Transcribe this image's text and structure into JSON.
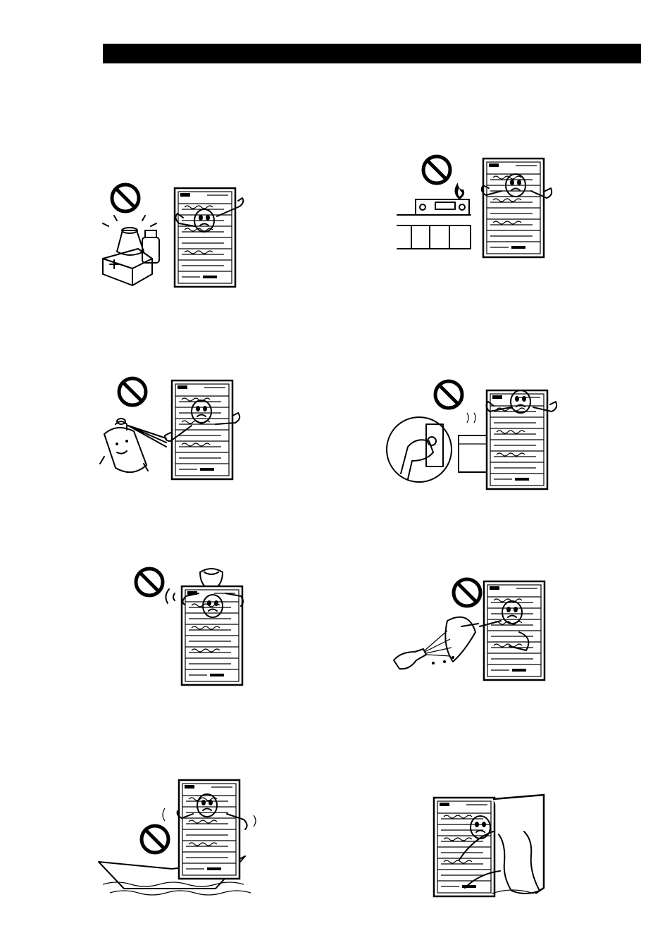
{
  "header": {
    "bar_color": "#000000"
  },
  "illustrations": [
    {
      "id": "chemicals",
      "prohibited": true,
      "icons": [
        "prohibition-icon",
        "chemical-flask-icon",
        "chemical-bottle-icon",
        "wine-cooler-icon"
      ]
    },
    {
      "id": "heat-source",
      "prohibited": true,
      "icons": [
        "prohibition-icon",
        "gas-stove-icon",
        "flame-icon",
        "wine-cooler-icon"
      ]
    },
    {
      "id": "flammable-spray",
      "prohibited": true,
      "icons": [
        "prohibition-icon",
        "spray-can-icon",
        "wine-cooler-icon"
      ]
    },
    {
      "id": "shared-outlet",
      "prohibited": true,
      "icons": [
        "prohibition-icon",
        "hand-plug-icon",
        "appliance-icon",
        "wine-cooler-icon"
      ]
    },
    {
      "id": "objects-on-top",
      "prohibited": true,
      "icons": [
        "prohibition-icon",
        "bowl-on-top-icon",
        "wine-cooler-icon"
      ]
    },
    {
      "id": "water-spray",
      "prohibited": true,
      "icons": [
        "prohibition-icon",
        "water-hose-icon",
        "umbrella-icon",
        "wine-cooler-icon"
      ]
    },
    {
      "id": "damp-location",
      "prohibited": true,
      "icons": [
        "prohibition-icon",
        "water-waves-icon",
        "wine-cooler-icon"
      ]
    },
    {
      "id": "door-gasket",
      "prohibited": false,
      "icons": [
        "wine-cooler-icon",
        "open-door-icon"
      ]
    }
  ]
}
